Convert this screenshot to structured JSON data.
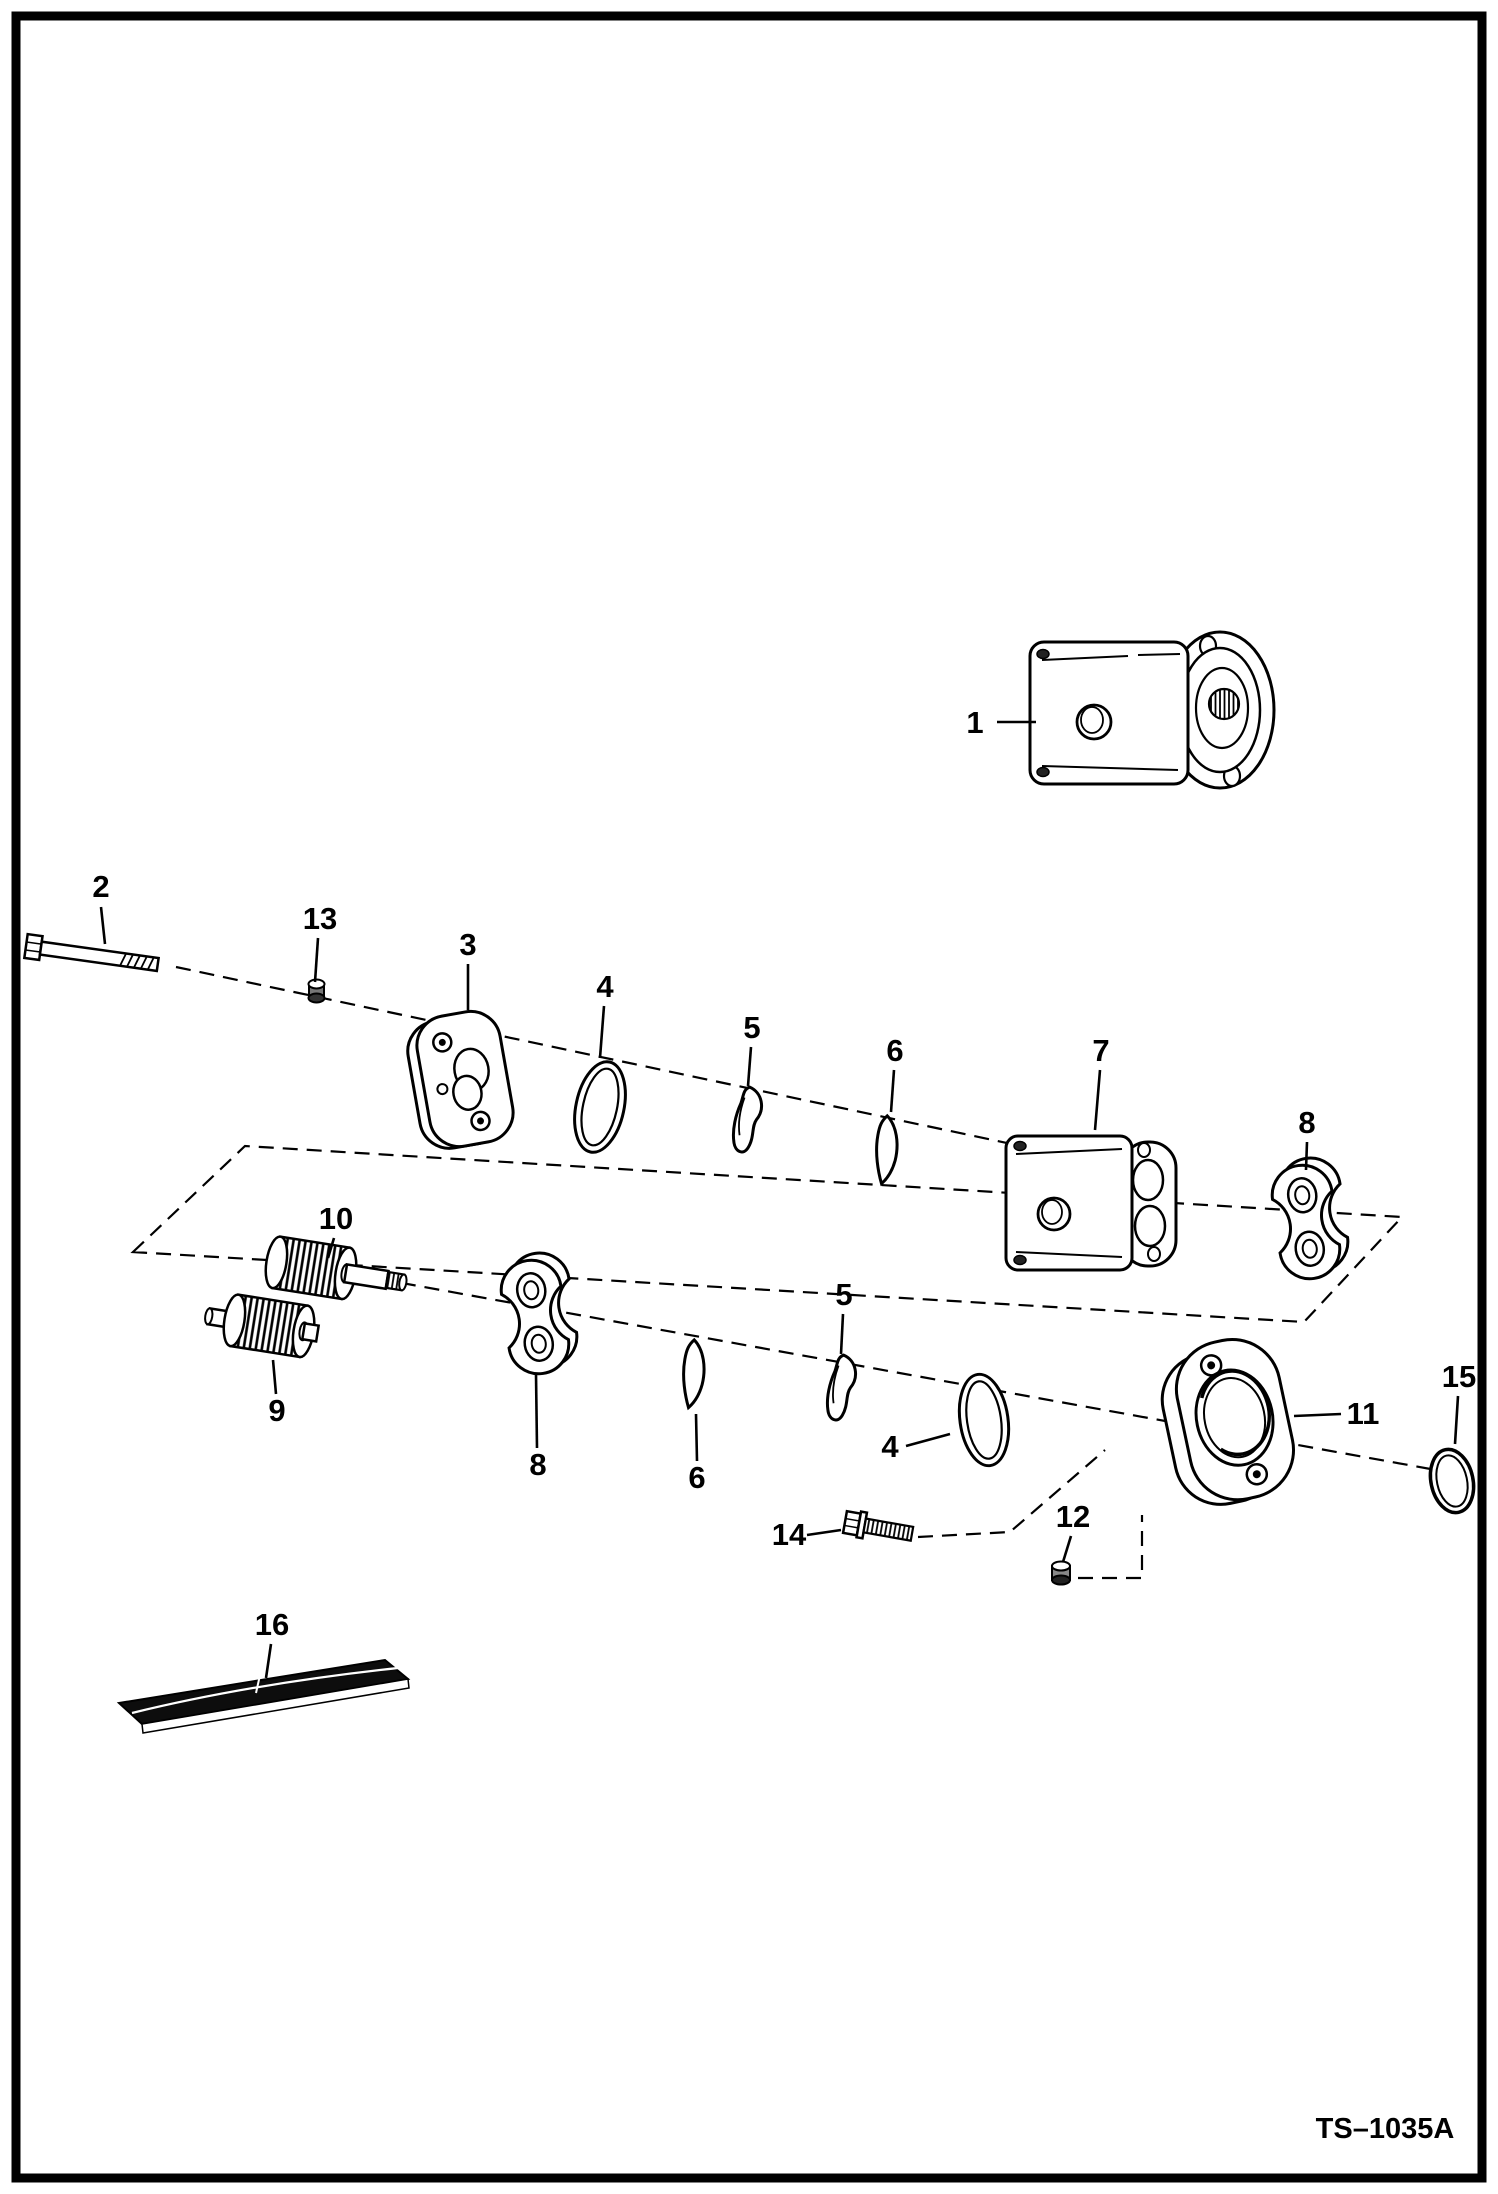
{
  "diagram": {
    "doc_code": "TS–1035A",
    "colors": {
      "line": "#000000",
      "background": "#ffffff"
    },
    "callouts": {
      "c1": "1",
      "c2": "2",
      "c13": "13",
      "c3": "3",
      "c4u": "4",
      "c5u": "5",
      "c6u": "6",
      "c7": "7",
      "c8r": "8",
      "c10": "10",
      "c9": "9",
      "c8l": "8",
      "c6l": "6",
      "c5l": "5",
      "c4l": "4",
      "c11": "11",
      "c15": "15",
      "c14": "14",
      "c12": "12",
      "c16": "16"
    }
  }
}
